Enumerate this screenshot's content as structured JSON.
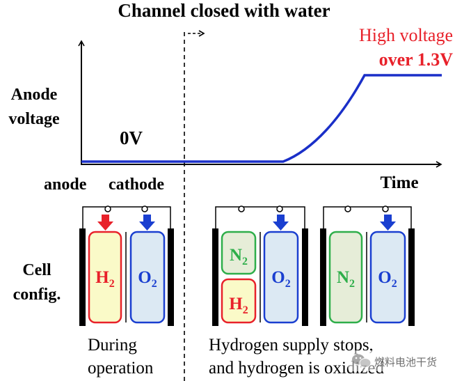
{
  "title": "Channel closed with water",
  "annotation": {
    "line1": "High voltage",
    "line2": "over 1.3V",
    "color": "#e8212a"
  },
  "axis": {
    "y_label_line1": "Anode",
    "y_label_line2": "voltage",
    "x_label": "Time",
    "zero_label": "0V"
  },
  "electrodes": {
    "anode": "anode",
    "cathode": "cathode"
  },
  "row_label": {
    "line1": "Cell",
    "line2": "config."
  },
  "cells": [
    {
      "id": "during-operation",
      "caption_line1": "During",
      "caption_line2": "operation",
      "anode": [
        {
          "main": "H",
          "sub": "2",
          "gas": "hydrogen"
        }
      ],
      "cathode": {
        "main": "O",
        "sub": "2"
      }
    },
    {
      "id": "supply-stops-1",
      "anode": [
        {
          "main": "N",
          "sub": "2",
          "gas": "nitrogen"
        },
        {
          "main": "H",
          "sub": "2",
          "gas": "hydrogen"
        }
      ],
      "cathode": {
        "main": "O",
        "sub": "2"
      }
    },
    {
      "id": "supply-stops-2",
      "anode": [
        {
          "main": "N",
          "sub": "2",
          "gas": "nitrogen"
        }
      ],
      "cathode": {
        "main": "O",
        "sub": "2"
      }
    }
  ],
  "caption_right": {
    "line1": "Hydrogen supply stops,",
    "line2": "and hydrogen is oxidized"
  },
  "watermark": "燃料电池干货",
  "colors": {
    "voltage_line": "#1a2fc8",
    "oxygen": "#1a3fd0",
    "oxygen_fill": "#dce9f3",
    "hydrogen": "#e8212a",
    "hydrogen_fill": "#fafac8",
    "nitrogen": "#2eae4a",
    "nitrogen_fill": "#e6edd8",
    "text": "#000000"
  }
}
